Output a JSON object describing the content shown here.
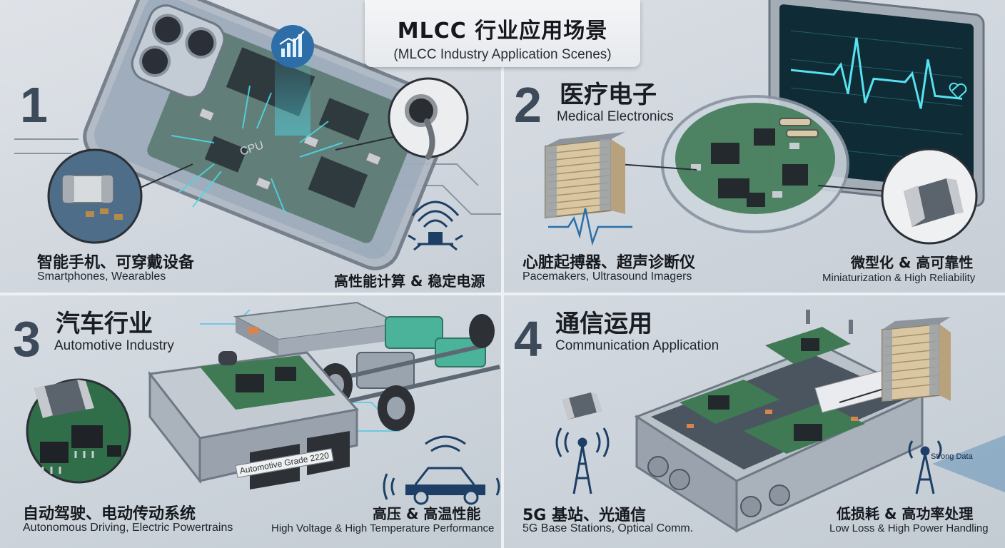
{
  "title": {
    "main": "MLCC 行业应用场景",
    "sub": "(MLCC Industry Application Scenes)"
  },
  "sections": [
    {
      "number": "1",
      "items_cn": "智能手机、可穿戴设备",
      "items_en": "Smartphones, Wearables",
      "feature_cn": "高性能计算 & 稳定电源",
      "chip_label": "CPU"
    },
    {
      "number": "2",
      "title_cn": "医疗电子",
      "title_en": "Medical Electronics",
      "items_cn": "心脏起搏器、超声诊断仪",
      "items_en": "Pacemakers, Ultrasound Imagers",
      "feature_cn": "微型化 & 高可靠性",
      "feature_en": "Miniaturization & High Reliability"
    },
    {
      "number": "3",
      "title_cn": "汽车行业",
      "title_en": "Automotive Industry",
      "items_cn": "自动驾驶、电动传动系统",
      "items_en": "Autonomous Driving, Electric Powertrains",
      "feature_cn": "高压 & 高温性能",
      "feature_en": "High Voltage & High Temperature Performance",
      "ecu_label": "Automotive Grade 2220"
    },
    {
      "number": "4",
      "title_cn": "通信运用",
      "title_en": "Communication Application",
      "items_cn": "5G 基站、光通信",
      "items_en": "5G Base Stations, Optical Comm.",
      "feature_cn": "低损耗 & 高功率处理",
      "feature_en": "Low Loss & High Power Handling",
      "signal_label": "Strong Data"
    }
  ],
  "colors": {
    "pcb_green": "#3f7a55",
    "accent_blue": "#2a6fa8",
    "glow_cyan": "#4fd6e6",
    "mlcc_end": "#b8bcc2",
    "mlcc_body": "#5b636d",
    "ceramic": "#d9c7a3"
  },
  "icons": [
    "cpu-chip-icon",
    "earbud-icon",
    "signal-waves-icon",
    "heartbeat-icon",
    "car-icon",
    "antenna-tower-icon"
  ]
}
